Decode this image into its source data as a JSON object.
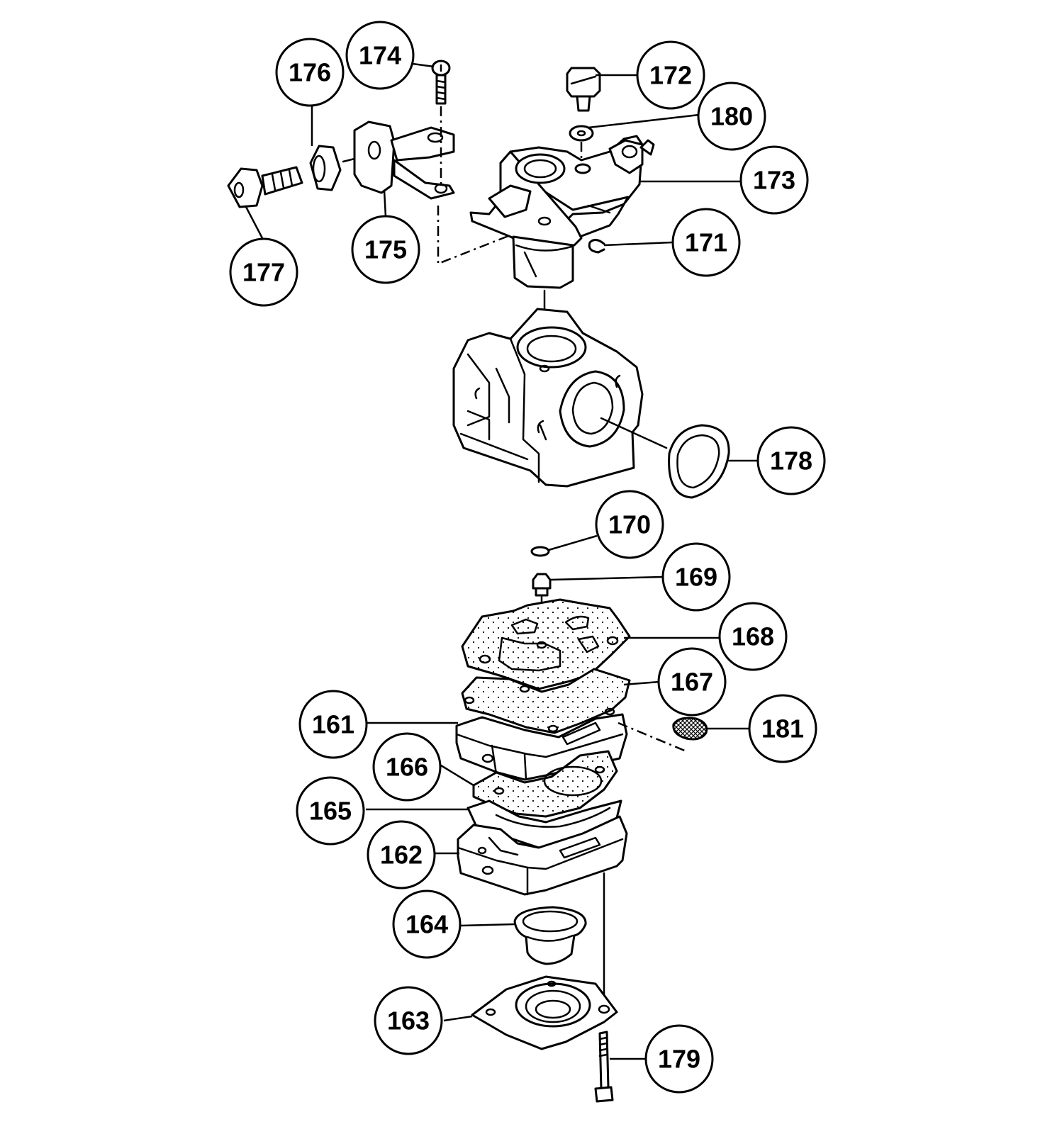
{
  "diagram": {
    "line_color": "#000000",
    "background": "#ffffff",
    "callouts": [
      {
        "id": "176",
        "label": "176"
      },
      {
        "id": "174",
        "label": "174"
      },
      {
        "id": "172",
        "label": "172"
      },
      {
        "id": "180",
        "label": "180"
      },
      {
        "id": "173",
        "label": "173"
      },
      {
        "id": "171",
        "label": "171"
      },
      {
        "id": "175",
        "label": "175"
      },
      {
        "id": "177",
        "label": "177"
      },
      {
        "id": "178",
        "label": "178"
      },
      {
        "id": "170",
        "label": "170"
      },
      {
        "id": "169",
        "label": "169"
      },
      {
        "id": "168",
        "label": "168"
      },
      {
        "id": "167",
        "label": "167"
      },
      {
        "id": "161",
        "label": "161"
      },
      {
        "id": "181",
        "label": "181"
      },
      {
        "id": "166",
        "label": "166"
      },
      {
        "id": "165",
        "label": "165"
      },
      {
        "id": "162",
        "label": "162"
      },
      {
        "id": "164",
        "label": "164"
      },
      {
        "id": "163",
        "label": "163"
      },
      {
        "id": "179",
        "label": "179"
      }
    ]
  }
}
